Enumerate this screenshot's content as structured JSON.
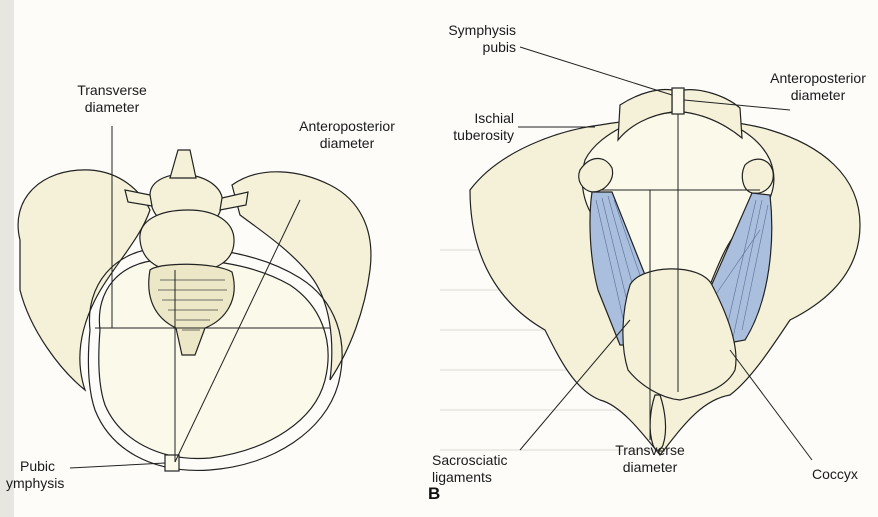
{
  "figure_a": {
    "labels": {
      "transverse_diameter_line1": "Transverse",
      "transverse_diameter_line2": "diameter",
      "anteroposterior_diameter_line1": "Anteroposterior",
      "anteroposterior_diameter_line2": "diameter",
      "pubic_symphysis_line1": "Pubic",
      "pubic_symphysis_line2": "ymphysis"
    }
  },
  "figure_b": {
    "panel_letter": "B",
    "labels": {
      "symphysis_pubis_line1": "Symphysis",
      "symphysis_pubis_line2": "pubis",
      "anteroposterior_diameter_line1": "Anteroposterior",
      "anteroposterior_diameter_line2": "diameter",
      "ischial_tuberosity_line1": "Ischial",
      "ischial_tuberosity_line2": "tuberosity",
      "sacrosciatic_ligaments_line1": "Sacrosciatic",
      "sacrosciatic_ligaments_line2": "ligaments",
      "transverse_diameter_line1": "Transverse",
      "transverse_diameter_line2": "diameter",
      "coccyx": "Coccyx"
    }
  },
  "colors": {
    "bone_fill": "#f4f1d8",
    "ligament_fill": "#9eb6d8",
    "line": "#222222",
    "background_text_ghost": "#d7d6d2"
  }
}
